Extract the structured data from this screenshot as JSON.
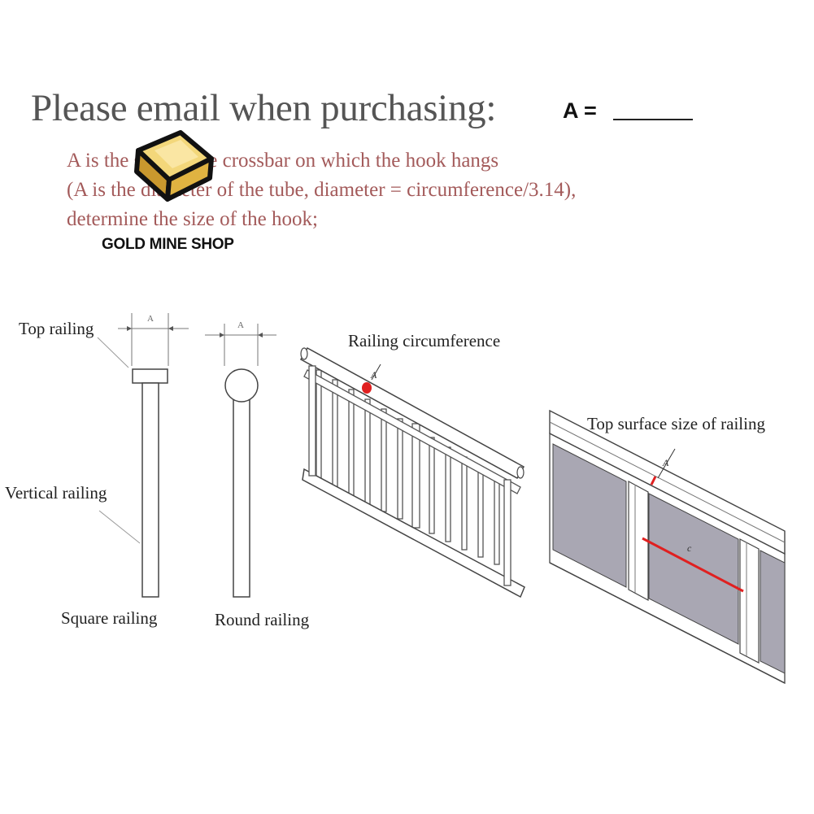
{
  "header": {
    "title": "Please email when purchasing:",
    "a_label": "A =",
    "description_lines": [
      "A is the size of the crossbar on which the hook hangs",
      "(A is the diameter of the tube, diameter = circumference/3.14),",
      "determine the size of the hook;"
    ],
    "shop_name": "GOLD MINE SHOP"
  },
  "diagram": {
    "top_railing_label": "Top railing",
    "vertical_railing_label": "Vertical railing",
    "square_railing_label": "Square railing",
    "round_railing_label": "Round railing",
    "railing_circumference_label": "Railing circumference",
    "top_surface_label": "Top surface size of railing",
    "dimension_a": "A",
    "dimension_c": "c"
  },
  "colors": {
    "heading": "#555555",
    "description": "#a35a5a",
    "marker": "#e02020",
    "panel": "#a9a7b3",
    "logo_gold": "#e0b341"
  }
}
